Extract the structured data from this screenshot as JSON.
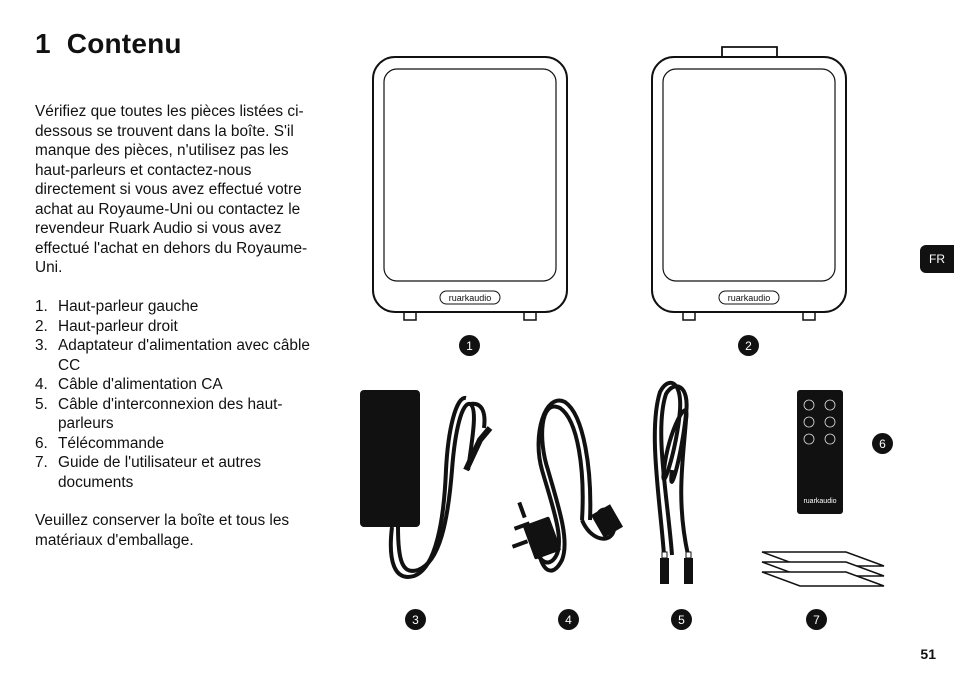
{
  "heading": {
    "number": "1",
    "title": "Contenu"
  },
  "intro": "Vérifiez que toutes les pièces listées ci-dessous se trouvent dans la boîte. S'il manque des pièces, n'utilisez pas les haut-parleurs et contactez-nous directement si vous avez effectué votre achat au Royaume-Uni ou contactez le revendeur Ruark Audio si vous avez effectué l'achat en dehors du Royaume-Uni.",
  "contents": [
    {
      "num": "1.",
      "label": "Haut-parleur gauche"
    },
    {
      "num": "2.",
      "label": "Haut-parleur droit"
    },
    {
      "num": "3.",
      "label": "Adaptateur d'alimentation avec câble CC"
    },
    {
      "num": "4.",
      "label": "Câble d'alimentation CA"
    },
    {
      "num": "5.",
      "label": "Câble d'interconnexion des haut-parleurs"
    },
    {
      "num": "6.",
      "label": "Télécommande"
    },
    {
      "num": "7.",
      "label": "Guide de l'utilisateur et autres documents"
    }
  ],
  "closing": "Veuillez conserver la boîte et tous les matériaux d'emballage.",
  "language_tab": "FR",
  "page_number": "51",
  "brand_logo": "ruarkaudio",
  "figure_labels": {
    "left_speaker": "1",
    "right_speaker": "2",
    "power_adapter": "3",
    "ac_cable": "4",
    "interconnect_cable": "5",
    "remote": "6",
    "documents": "7"
  }
}
